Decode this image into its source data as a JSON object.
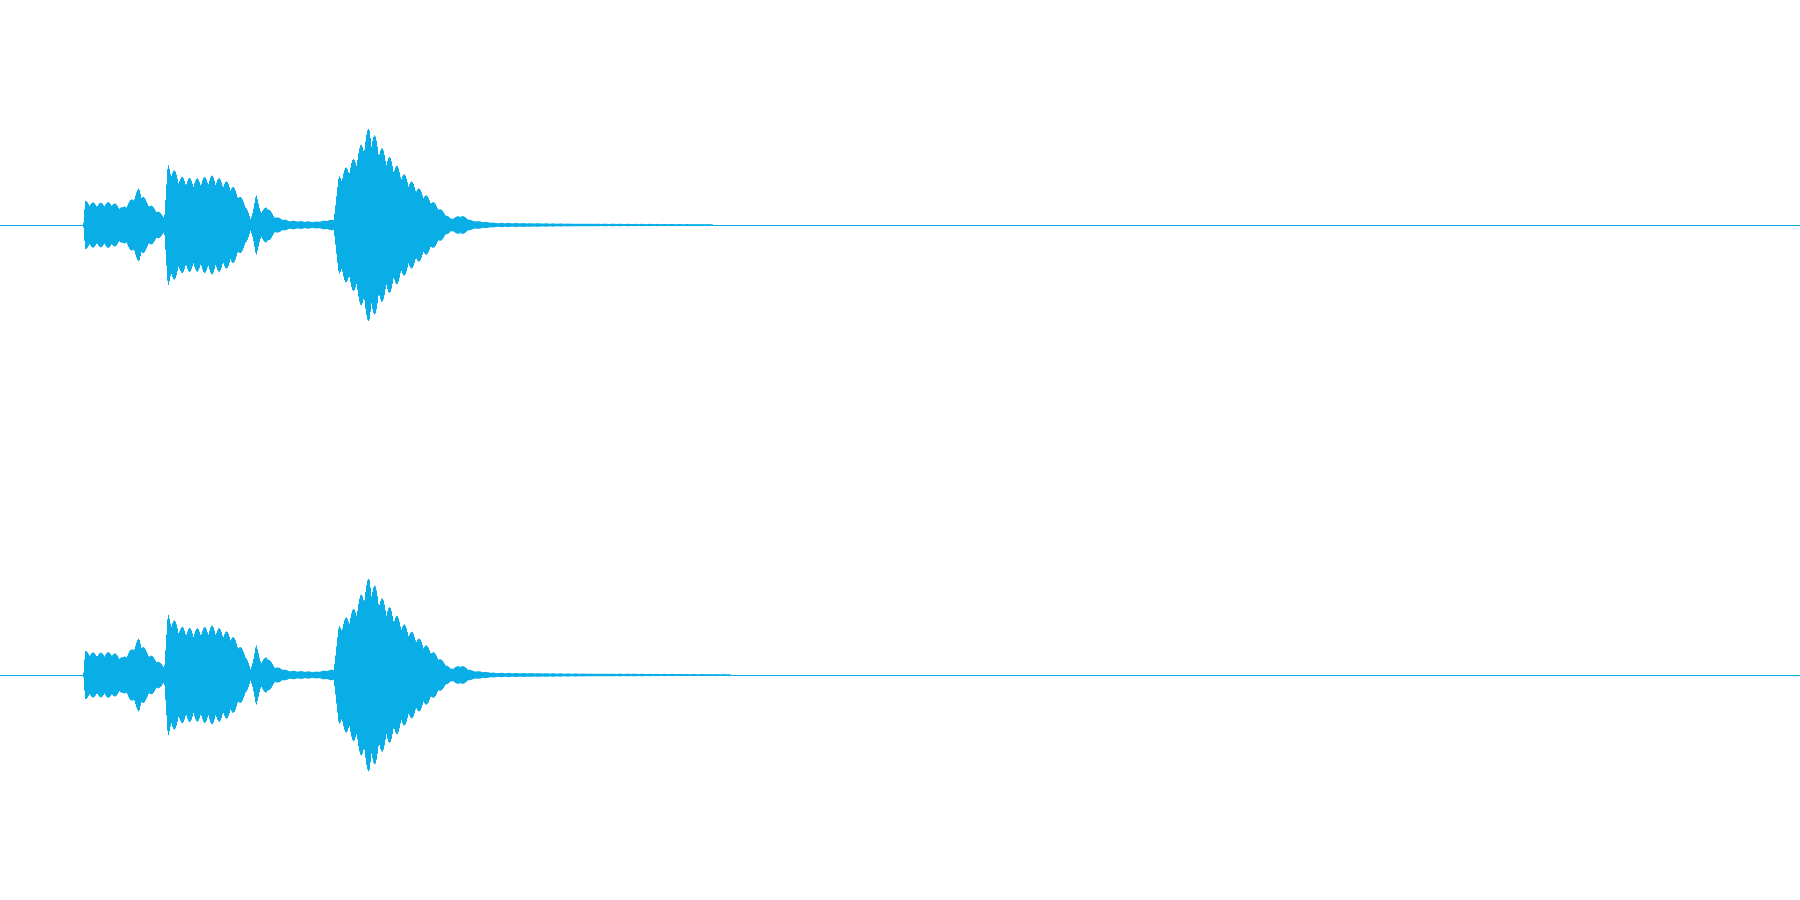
{
  "waveform": {
    "color": "#0aaee6",
    "channels": [
      {
        "name": "channel-1",
        "envelope": [
          {
            "t": 0.0,
            "a": 0.0
          },
          {
            "t": 0.046,
            "a": 0.0
          },
          {
            "t": 0.047,
            "a": 0.22
          },
          {
            "t": 0.053,
            "a": 0.2
          },
          {
            "t": 0.062,
            "a": 0.21
          },
          {
            "t": 0.068,
            "a": 0.16
          },
          {
            "t": 0.073,
            "a": 0.24
          },
          {
            "t": 0.077,
            "a": 0.34
          },
          {
            "t": 0.081,
            "a": 0.22
          },
          {
            "t": 0.091,
            "a": 0.08
          },
          {
            "t": 0.093,
            "a": 0.56
          },
          {
            "t": 0.1,
            "a": 0.44
          },
          {
            "t": 0.108,
            "a": 0.42
          },
          {
            "t": 0.118,
            "a": 0.45
          },
          {
            "t": 0.128,
            "a": 0.38
          },
          {
            "t": 0.136,
            "a": 0.2
          },
          {
            "t": 0.139,
            "a": 0.05
          },
          {
            "t": 0.142,
            "a": 0.28
          },
          {
            "t": 0.145,
            "a": 0.12
          },
          {
            "t": 0.148,
            "a": 0.18
          },
          {
            "t": 0.152,
            "a": 0.08
          },
          {
            "t": 0.16,
            "a": 0.04
          },
          {
            "t": 0.175,
            "a": 0.03
          },
          {
            "t": 0.185,
            "a": 0.05
          },
          {
            "t": 0.188,
            "a": 0.45
          },
          {
            "t": 0.197,
            "a": 0.62
          },
          {
            "t": 0.205,
            "a": 0.9
          },
          {
            "t": 0.212,
            "a": 0.7
          },
          {
            "t": 0.225,
            "a": 0.45
          },
          {
            "t": 0.24,
            "a": 0.22
          },
          {
            "t": 0.25,
            "a": 0.06
          },
          {
            "t": 0.256,
            "a": 0.09
          },
          {
            "t": 0.262,
            "a": 0.04
          },
          {
            "t": 0.275,
            "a": 0.02
          },
          {
            "t": 0.32,
            "a": 0.012
          },
          {
            "t": 0.395,
            "a": 0.008
          },
          {
            "t": 0.396,
            "a": 0.0
          },
          {
            "t": 1.0,
            "a": 0.0
          }
        ]
      },
      {
        "name": "channel-2",
        "envelope": [
          {
            "t": 0.0,
            "a": 0.0
          },
          {
            "t": 0.046,
            "a": 0.0
          },
          {
            "t": 0.047,
            "a": 0.22
          },
          {
            "t": 0.053,
            "a": 0.2
          },
          {
            "t": 0.062,
            "a": 0.21
          },
          {
            "t": 0.068,
            "a": 0.16
          },
          {
            "t": 0.073,
            "a": 0.24
          },
          {
            "t": 0.077,
            "a": 0.34
          },
          {
            "t": 0.081,
            "a": 0.22
          },
          {
            "t": 0.091,
            "a": 0.08
          },
          {
            "t": 0.093,
            "a": 0.56
          },
          {
            "t": 0.1,
            "a": 0.44
          },
          {
            "t": 0.108,
            "a": 0.42
          },
          {
            "t": 0.118,
            "a": 0.45
          },
          {
            "t": 0.128,
            "a": 0.38
          },
          {
            "t": 0.136,
            "a": 0.2
          },
          {
            "t": 0.139,
            "a": 0.05
          },
          {
            "t": 0.142,
            "a": 0.28
          },
          {
            "t": 0.145,
            "a": 0.12
          },
          {
            "t": 0.148,
            "a": 0.18
          },
          {
            "t": 0.152,
            "a": 0.08
          },
          {
            "t": 0.16,
            "a": 0.04
          },
          {
            "t": 0.175,
            "a": 0.03
          },
          {
            "t": 0.185,
            "a": 0.05
          },
          {
            "t": 0.188,
            "a": 0.45
          },
          {
            "t": 0.197,
            "a": 0.62
          },
          {
            "t": 0.205,
            "a": 0.9
          },
          {
            "t": 0.212,
            "a": 0.7
          },
          {
            "t": 0.225,
            "a": 0.45
          },
          {
            "t": 0.24,
            "a": 0.22
          },
          {
            "t": 0.25,
            "a": 0.06
          },
          {
            "t": 0.256,
            "a": 0.09
          },
          {
            "t": 0.262,
            "a": 0.04
          },
          {
            "t": 0.275,
            "a": 0.02
          },
          {
            "t": 0.33,
            "a": 0.012
          },
          {
            "t": 0.405,
            "a": 0.008
          },
          {
            "t": 0.406,
            "a": 0.0
          },
          {
            "t": 1.0,
            "a": 0.0
          }
        ]
      }
    ]
  }
}
